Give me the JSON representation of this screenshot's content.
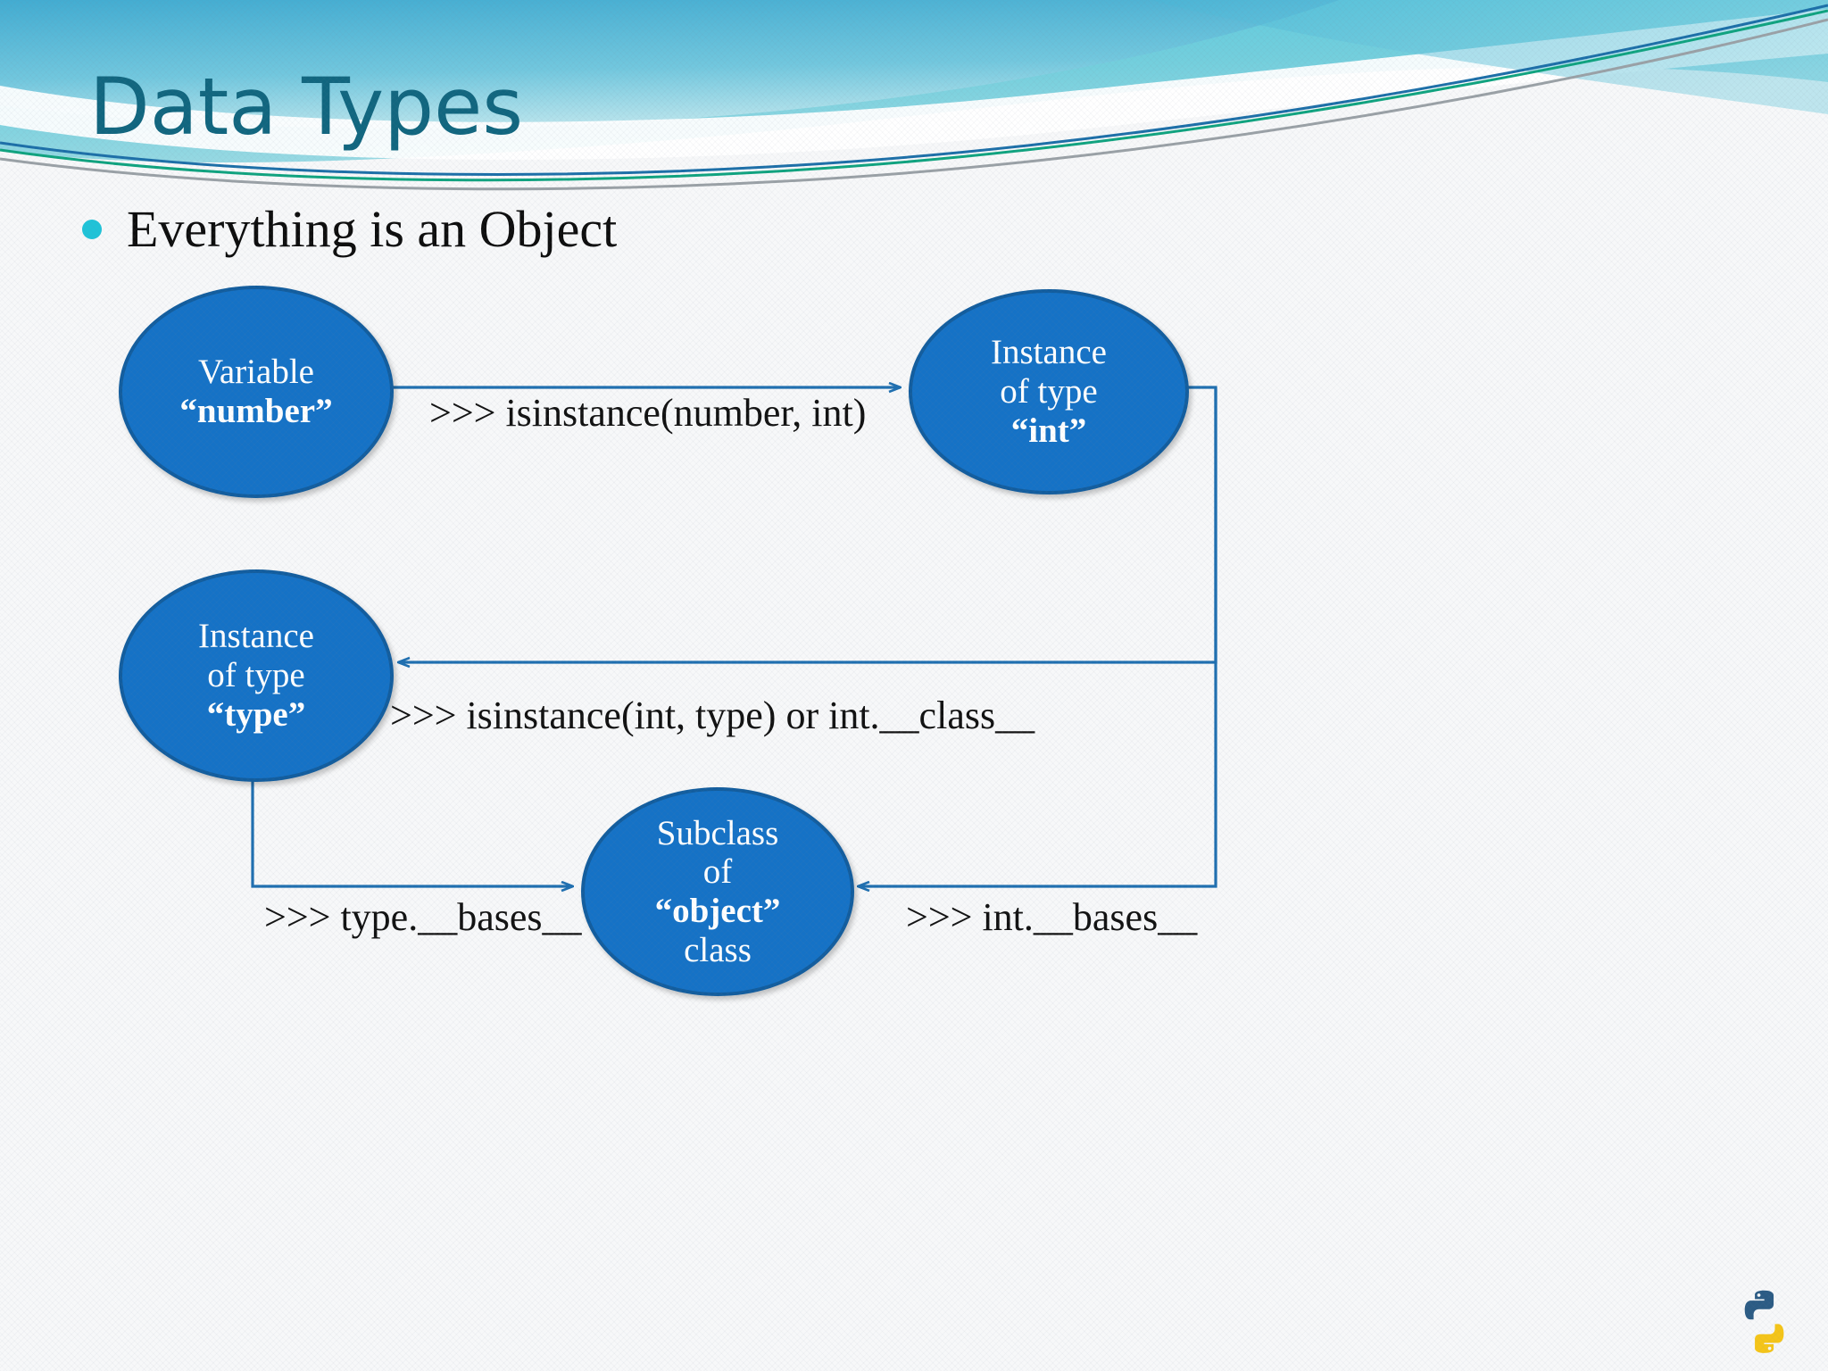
{
  "slide": {
    "title": "Data Types",
    "title_color": "#11667f",
    "background_color": "#f7f8f9",
    "bullet": {
      "marker_color": "#1fc3d8",
      "text": "Everything is an Object"
    }
  },
  "diagram": {
    "node_fill": "#1572c6",
    "node_border": "#125d9e",
    "node_text_color": "#ffffff",
    "connector_color": "#1f6fb0",
    "nodes": [
      {
        "id": "variable-number",
        "lines": [
          "Variable",
          "“number”"
        ],
        "bold_lines": [
          false,
          true
        ]
      },
      {
        "id": "instance-int",
        "lines": [
          "Instance",
          "of type",
          "“int”"
        ],
        "bold_lines": [
          false,
          false,
          true
        ]
      },
      {
        "id": "instance-type",
        "lines": [
          "Instance",
          "of type",
          "“type”"
        ],
        "bold_lines": [
          false,
          false,
          true
        ]
      },
      {
        "id": "subclass-object",
        "lines": [
          "Subclass",
          "of",
          "“object”",
          "class"
        ],
        "bold_lines": [
          false,
          false,
          true,
          false
        ]
      }
    ],
    "edge_labels": [
      {
        "id": "isinstance-number",
        "text": ">>> isinstance(number, int)"
      },
      {
        "id": "isinstance-int",
        "text": ">>> isinstance(int, type)   or   int.__class__"
      },
      {
        "id": "type-bases",
        "text": ">>> type.__bases__"
      },
      {
        "id": "int-bases",
        "text": ">>> int.__bases__"
      }
    ]
  },
  "logo": {
    "name": "python-logo",
    "blue": "#2b5b84",
    "yellow": "#f5c518"
  }
}
